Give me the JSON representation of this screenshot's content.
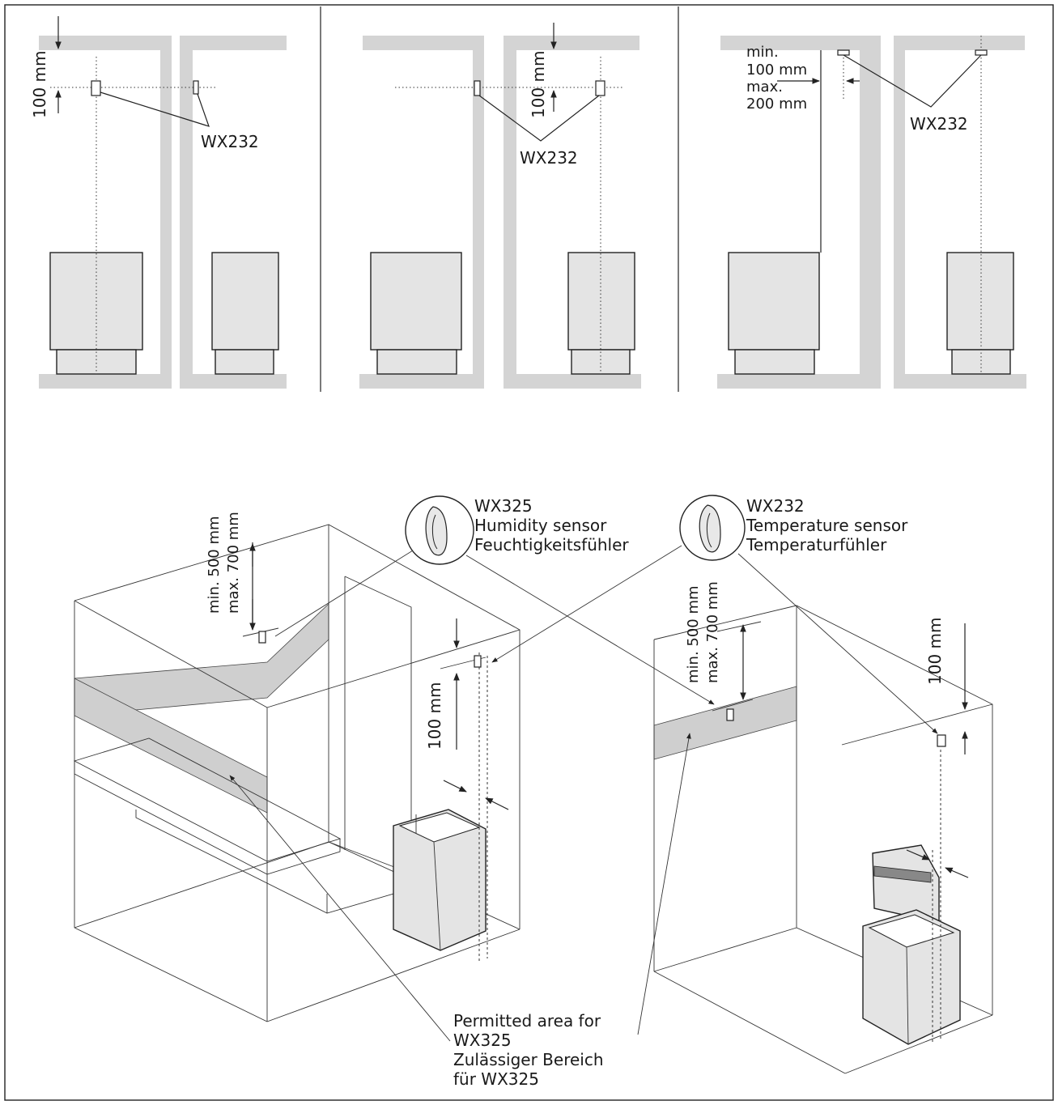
{
  "top_panels": {
    "panel1": {
      "dimension": "100 mm",
      "sensor": "WX232"
    },
    "panel2": {
      "dimension": "100 mm",
      "sensor": "WX232"
    },
    "panel3": {
      "dim_line1": "min.",
      "dim_line2": "100 mm",
      "dim_line3": "max.",
      "dim_line4": "200 mm",
      "sensor": "WX232"
    }
  },
  "left_room": {
    "dim_min": "min. 500 mm",
    "dim_max": "max. 700 mm",
    "side_dim": "100 mm",
    "callout": {
      "model": "WX325",
      "en": "Humidity sensor",
      "de": "Feuchtigkeitsfühler"
    },
    "area_label": {
      "line1": "Permitted area for",
      "line2": "WX325",
      "line3": "Zulässiger Bereich",
      "line4": "für WX325"
    }
  },
  "right_room": {
    "dim_min": "min. 500 mm",
    "dim_max": "max. 700 mm",
    "side_dim": "100 mm",
    "callout": {
      "model": "WX232",
      "en": "Temperature sensor",
      "de": "Temperaturfühler"
    }
  },
  "colors": {
    "wall": "#d4d4d4",
    "line": "#222222",
    "heater": "#e4e4e4",
    "band": "#cfcfcf"
  },
  "icons": [
    "sensor-icon",
    "magnified-sensor-icon",
    "dimension-arrow-icon"
  ]
}
